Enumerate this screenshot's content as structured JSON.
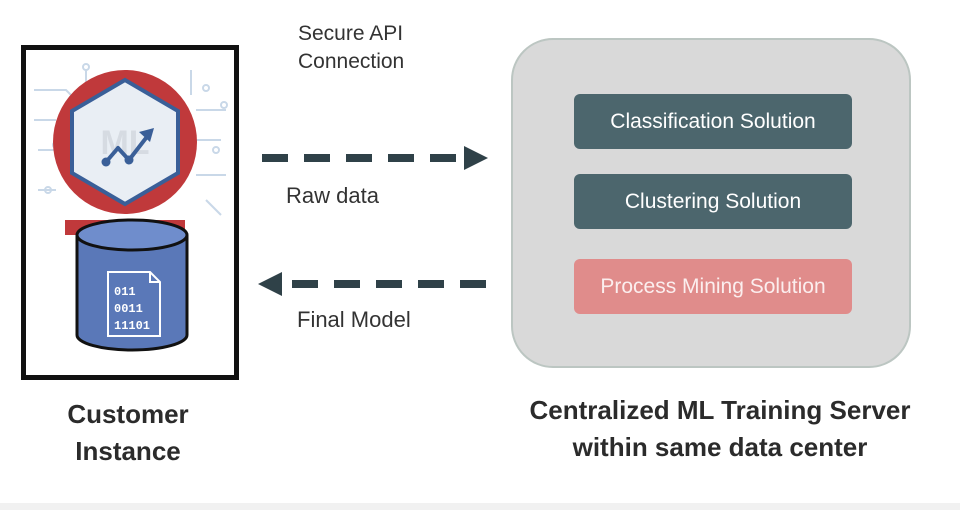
{
  "connection": {
    "api_label": "Secure API\nConnection",
    "raw_data_label": "Raw data",
    "final_model_label": "Final Model"
  },
  "customer": {
    "caption": "Customer\nInstance",
    "database_icon_text": [
      "011",
      "0011",
      "11101"
    ],
    "badge_text": "ML"
  },
  "server": {
    "caption": "Centralized ML Training Server\nwithin same data center",
    "solutions": [
      {
        "label": "Classification Solution",
        "color": "#4c666d"
      },
      {
        "label": "Clustering Solution",
        "color": "#4c666d"
      },
      {
        "label": "Process Mining Solution",
        "color": "#e08c8b"
      }
    ]
  },
  "colors": {
    "arrow": "#2f4148",
    "badge_red": "#c0393b",
    "hexagon_fill": "#e9eef4",
    "hexagon_stroke": "#3a5f98",
    "database_blue": "#5a78b8",
    "circuit_lines": "#c9d8e8"
  }
}
